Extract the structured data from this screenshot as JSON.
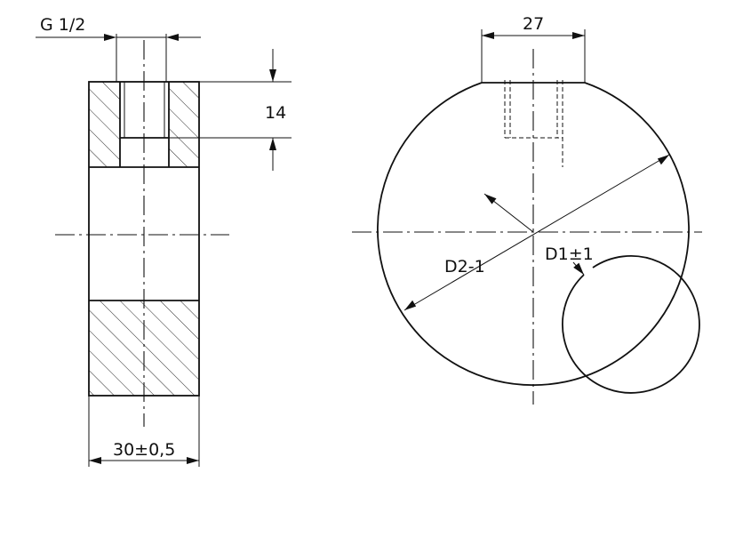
{
  "labels": {
    "thread": "G 1/2",
    "depth": "14",
    "width": "30±0,5",
    "flat": "27",
    "inner_diameter": "D1±1",
    "outer_diameter": "D2-1"
  }
}
